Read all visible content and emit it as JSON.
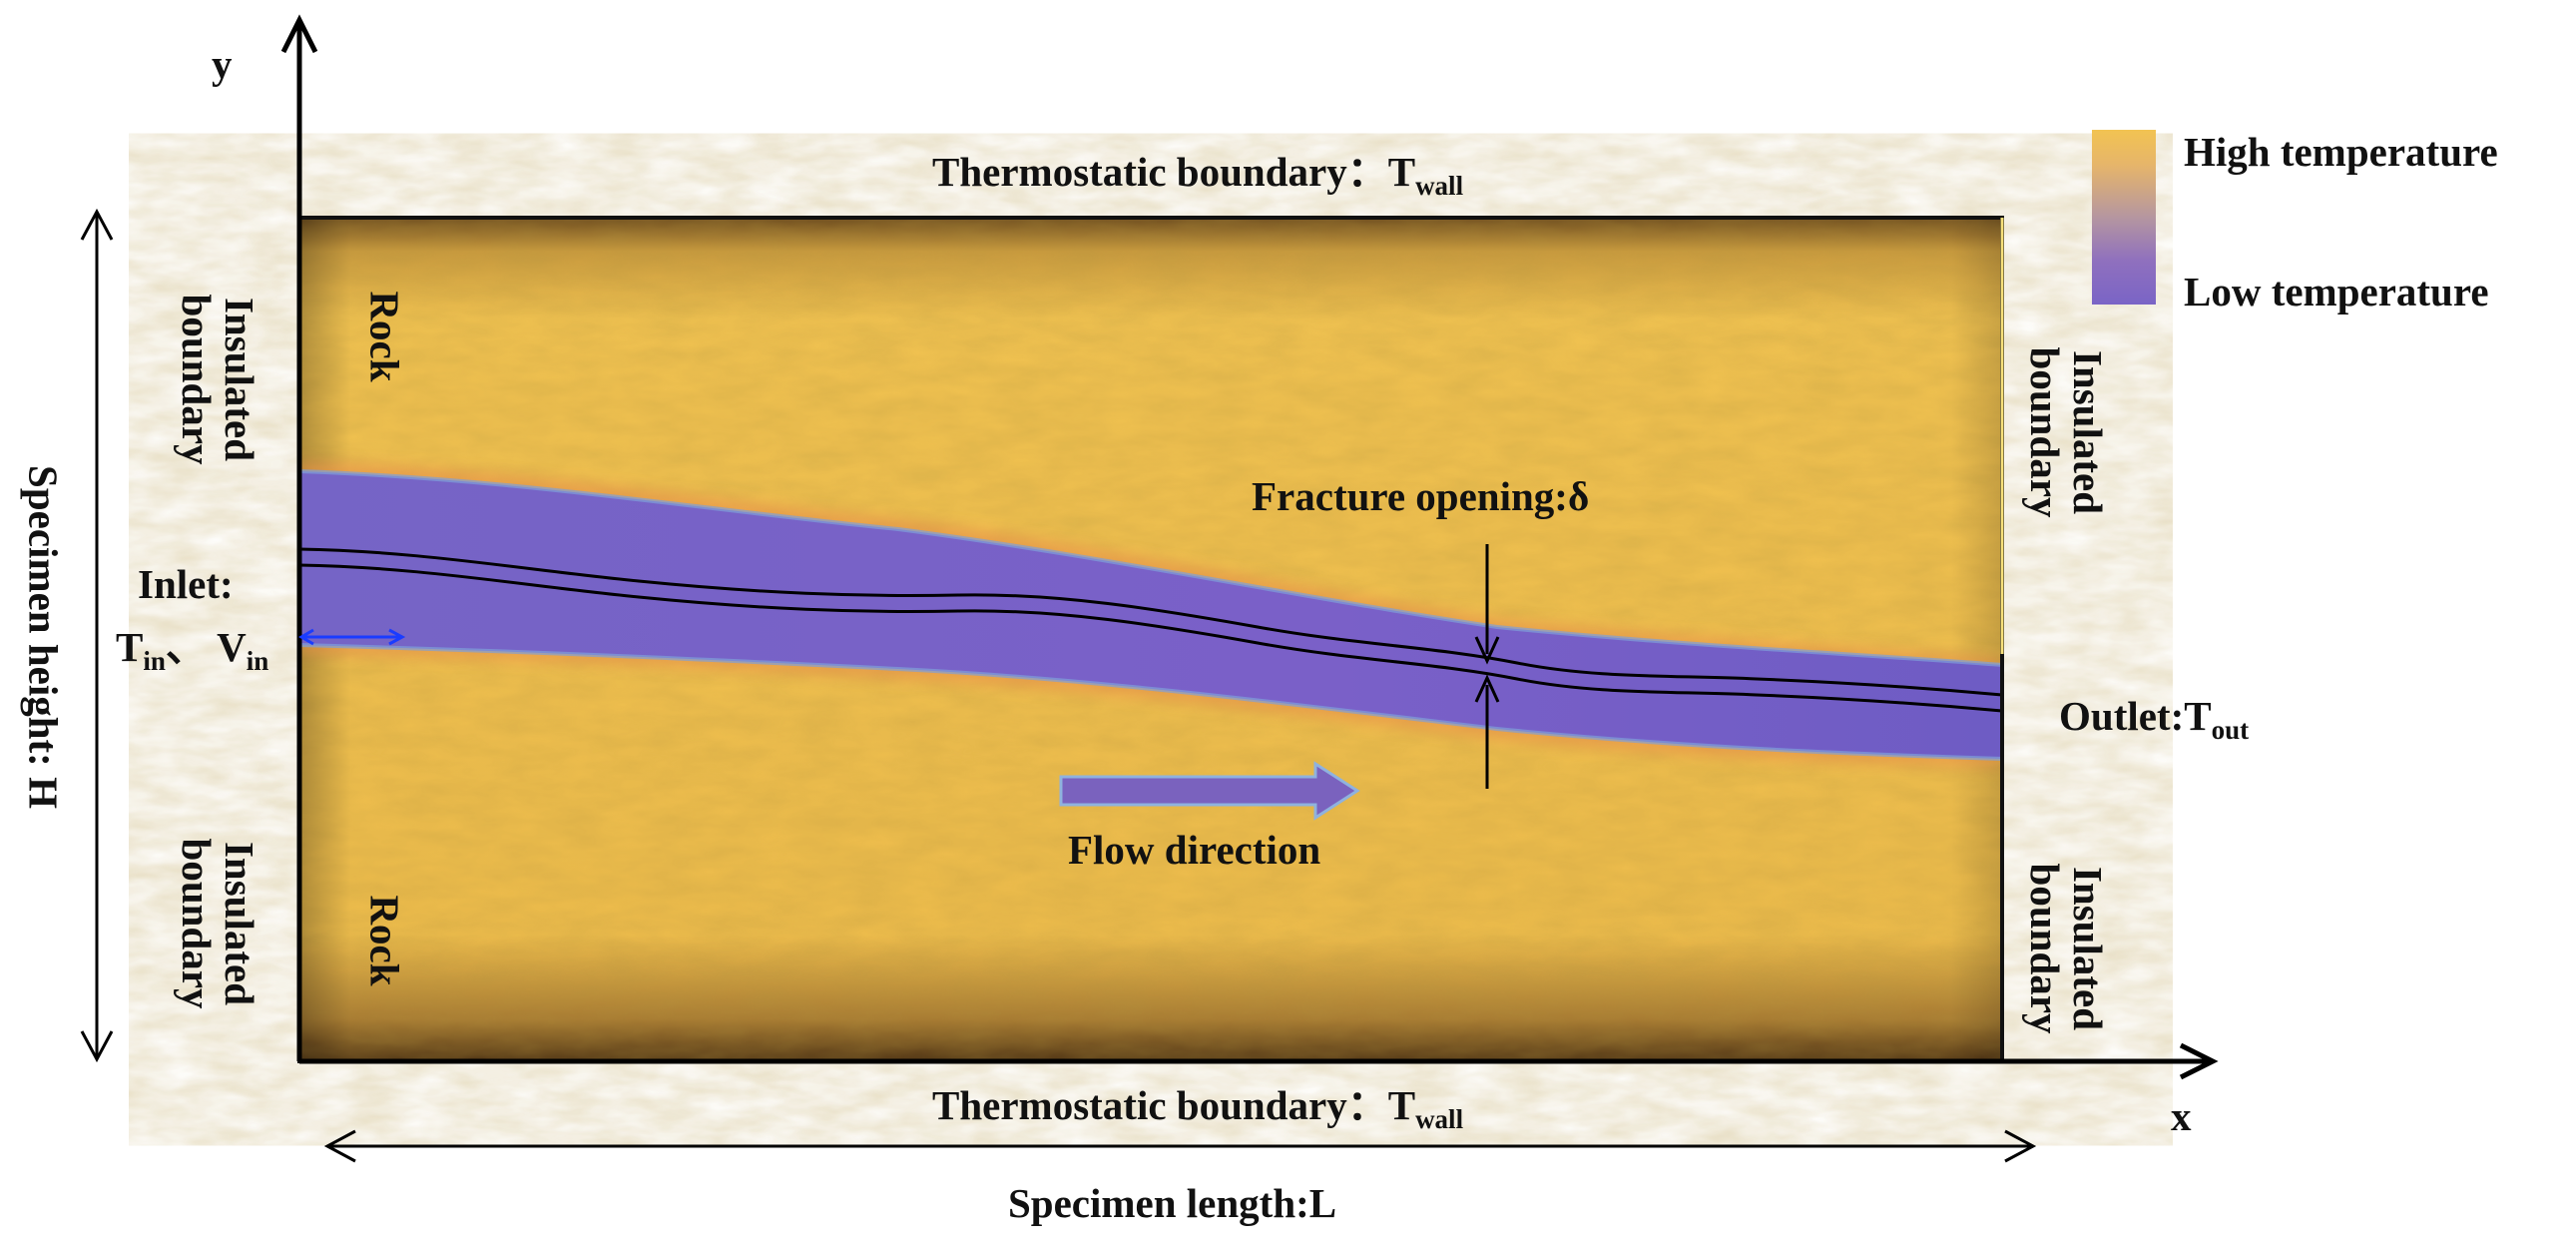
{
  "axes": {
    "x_label": "x",
    "y_label": "y"
  },
  "boundaries": {
    "top": {
      "text": "Thermostatic boundary：T",
      "sub": "wall"
    },
    "bottom": {
      "text": "Thermostatic boundary：T",
      "sub": "wall"
    },
    "left_upper": {
      "line1": "Insulated",
      "line2": "boundary"
    },
    "left_lower": {
      "line1": "Insulated",
      "line2": "boundary"
    },
    "right_upper": {
      "line1": "Insulated",
      "line2": "boundary"
    },
    "right_lower": {
      "line1": "Insulated",
      "line2": "boundary"
    }
  },
  "regions": {
    "rock_upper": "Rock",
    "rock_lower": "Rock"
  },
  "inlet": {
    "title": "Inlet:",
    "t": "T",
    "t_sub": "in",
    "sep": "、",
    "v": "V",
    "v_sub": "in"
  },
  "outlet": {
    "text": "Outlet:T",
    "sub": "out"
  },
  "fracture_opening": "Fracture opening:δ",
  "flow_direction": "Flow direction",
  "dimensions": {
    "height": "Specimen height: H",
    "length": "Specimen length:L"
  },
  "legend": {
    "high": "High temperature",
    "low": "Low temperature"
  },
  "colors": {
    "rock": "#f0bd4a",
    "fracture": "#7a62c8",
    "flow_arrow": "#7a62be",
    "inlet_arrow": "#1a3cff"
  }
}
